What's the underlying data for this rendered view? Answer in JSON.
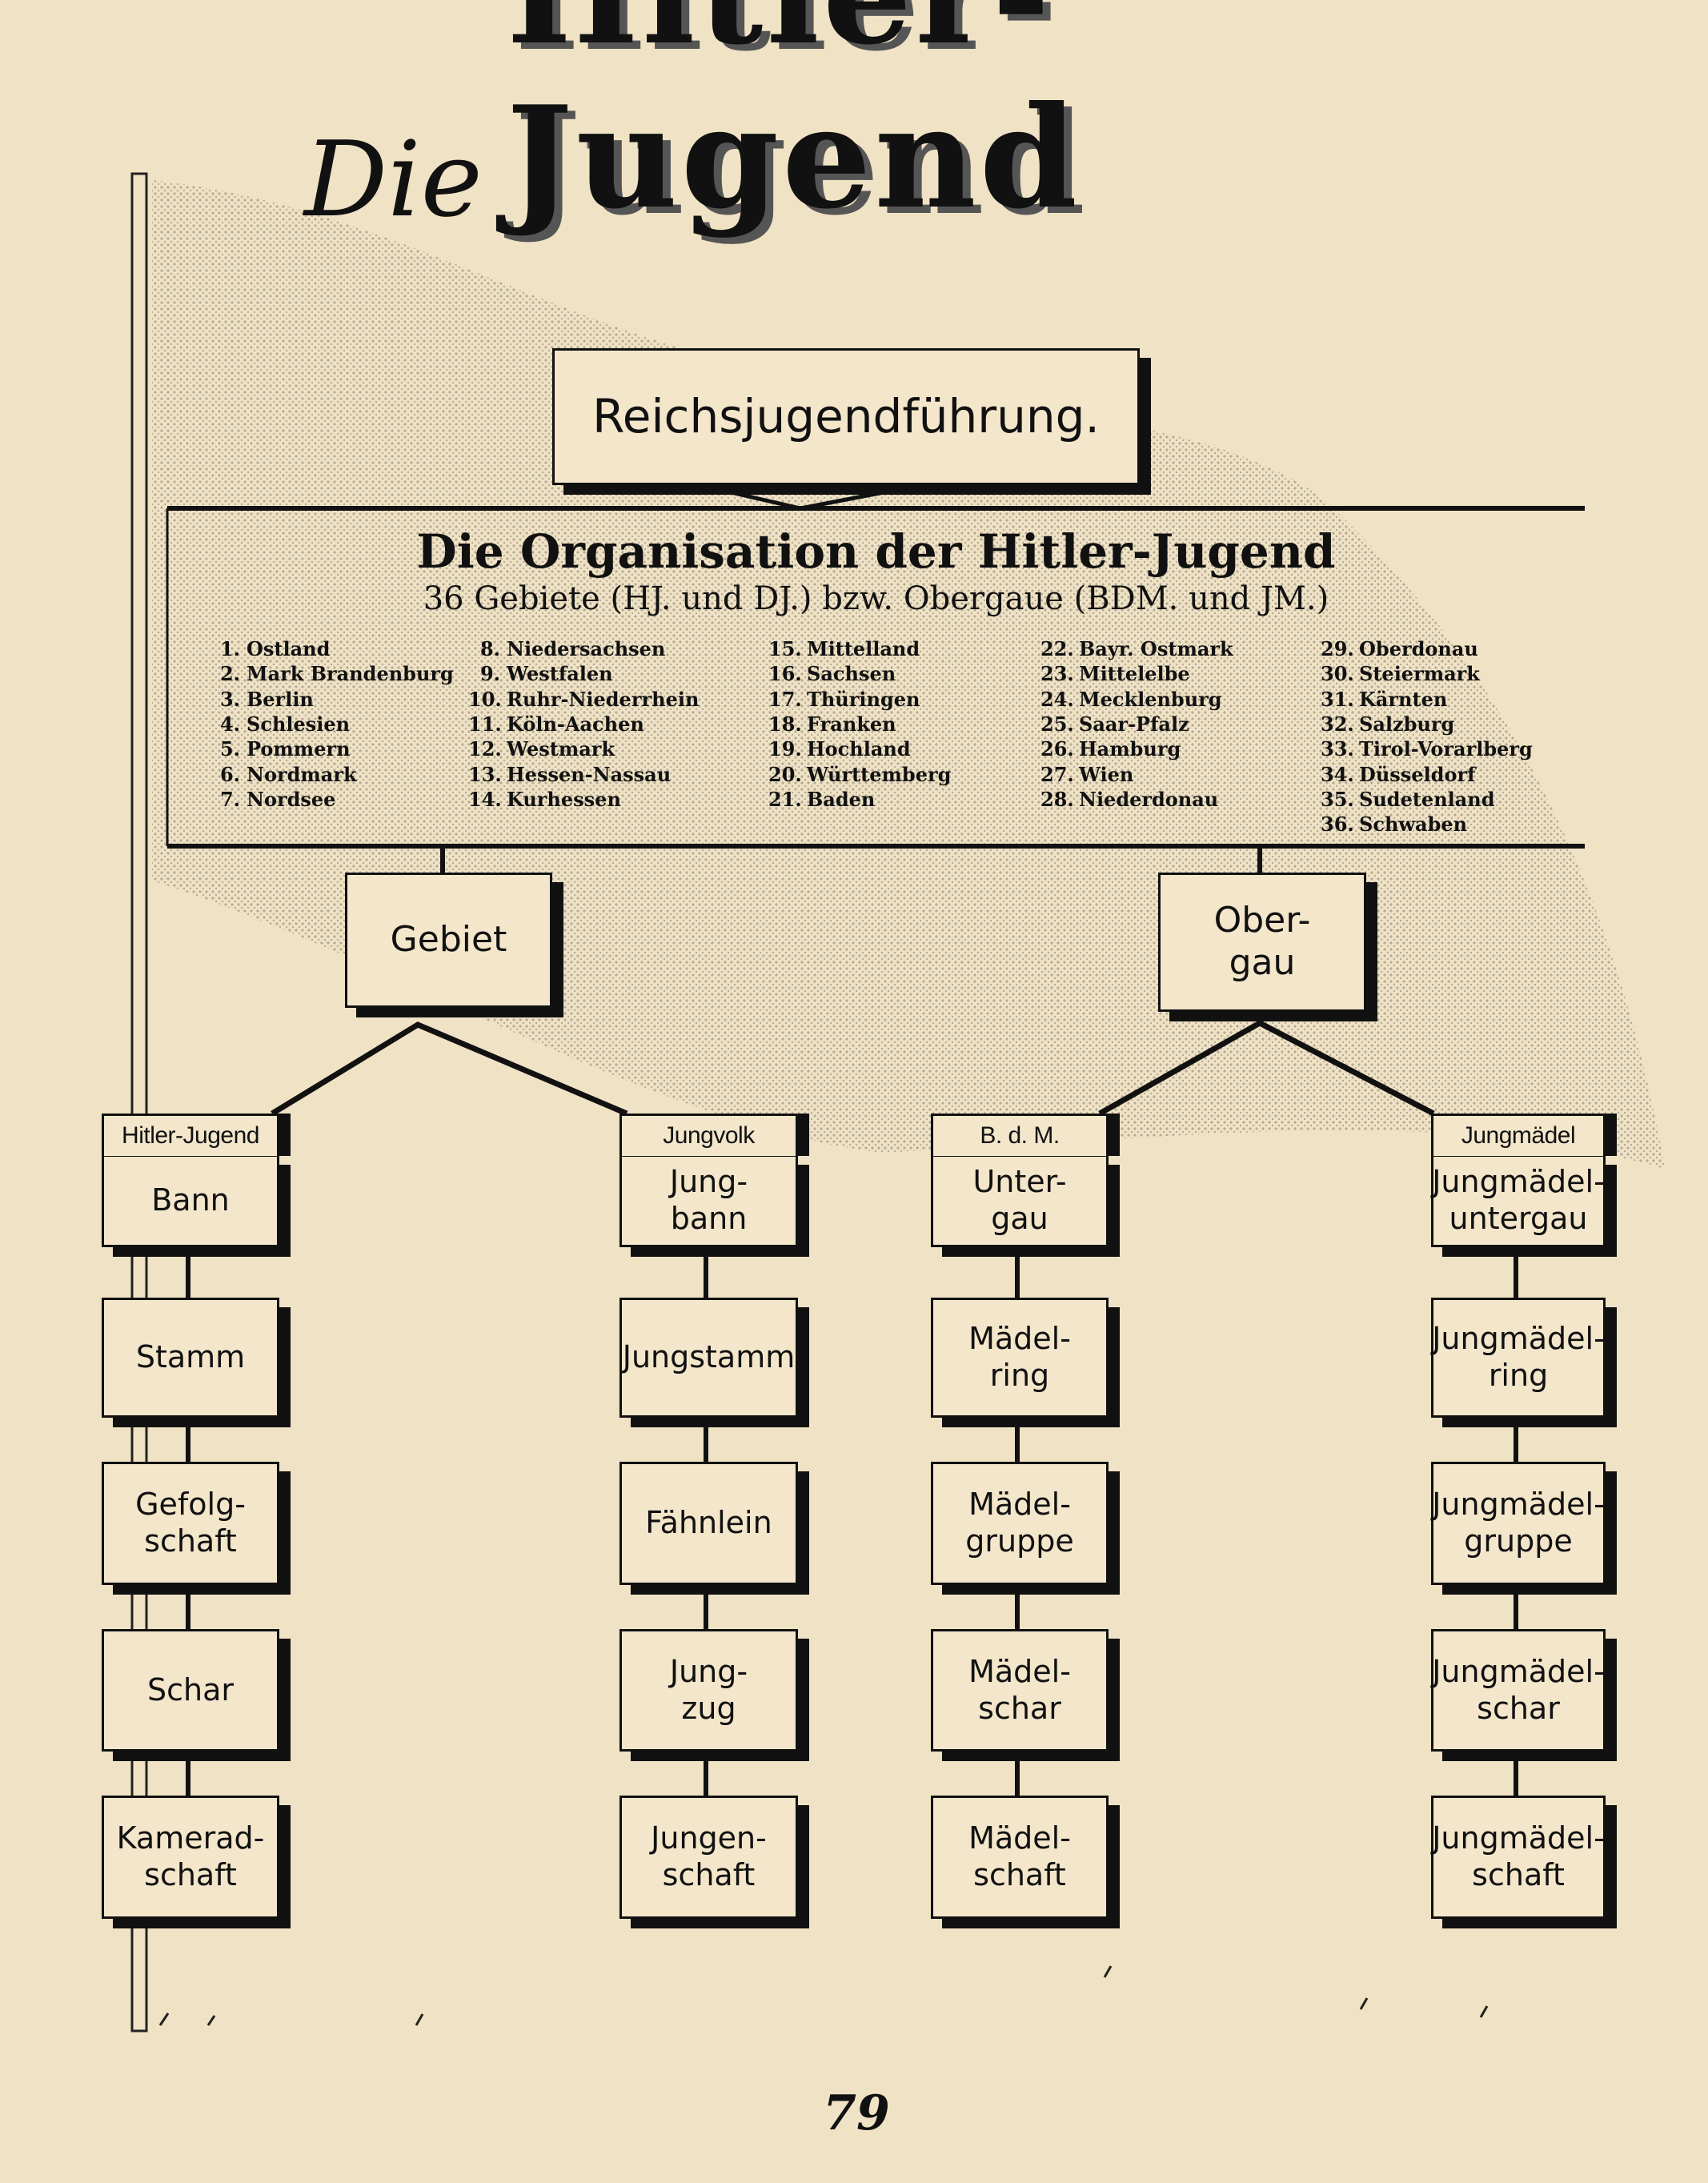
{
  "title": {
    "prefix": "Die",
    "main": "Hitler-Jugend"
  },
  "top_box": "Reichsjugendführung.",
  "organization": {
    "heading": "Die Organisation der Hitler-Jugend",
    "subheading": "36 Gebiete (HJ. und DJ.) bzw. Obergaue (BDM. und JM.)",
    "regions": [
      [
        "1.",
        "Ostland"
      ],
      [
        "2.",
        "Mark Brandenburg"
      ],
      [
        "3.",
        "Berlin"
      ],
      [
        "4.",
        "Schlesien"
      ],
      [
        "5.",
        "Pommern"
      ],
      [
        "6.",
        "Nordmark"
      ],
      [
        "7.",
        "Nordsee"
      ],
      [
        "8.",
        "Niedersachsen"
      ],
      [
        "9.",
        "Westfalen"
      ],
      [
        "10.",
        "Ruhr-Niederrhein"
      ],
      [
        "11.",
        "Köln-Aachen"
      ],
      [
        "12.",
        "Westmark"
      ],
      [
        "13.",
        "Hessen-Nassau"
      ],
      [
        "14.",
        "Kurhessen"
      ],
      [
        "15.",
        "Mittelland"
      ],
      [
        "16.",
        "Sachsen"
      ],
      [
        "17.",
        "Thüringen"
      ],
      [
        "18.",
        "Franken"
      ],
      [
        "19.",
        "Hochland"
      ],
      [
        "20.",
        "Württemberg"
      ],
      [
        "21.",
        "Baden"
      ],
      [
        "22.",
        "Bayr. Ostmark"
      ],
      [
        "23.",
        "Mittelelbe"
      ],
      [
        "24.",
        "Mecklenburg"
      ],
      [
        "25.",
        "Saar-Pfalz"
      ],
      [
        "26.",
        "Hamburg"
      ],
      [
        "27.",
        "Wien"
      ],
      [
        "28.",
        "Niederdonau"
      ],
      [
        "29.",
        "Oberdonau"
      ],
      [
        "30.",
        "Steiermark"
      ],
      [
        "31.",
        "Kärnten"
      ],
      [
        "32.",
        "Salzburg"
      ],
      [
        "33.",
        "Tirol-Vorarlberg"
      ],
      [
        "34.",
        "Düsseldorf"
      ],
      [
        "35.",
        "Sudetenland"
      ],
      [
        "36.",
        "Schwaben"
      ]
    ]
  },
  "branches": {
    "left": "Gebiet",
    "right": "Ober-\ngau"
  },
  "columns": [
    {
      "header": "Hitler-Jugend",
      "levels": [
        "Bann",
        "Stamm",
        "Gefolg-\nschaft",
        "Schar",
        "Kamerad-\nschaft"
      ]
    },
    {
      "header": "Jungvolk",
      "levels": [
        "Jung-\nbann",
        "Jungstamm",
        "Fähnlein",
        "Jung-\nzug",
        "Jungen-\nschaft"
      ]
    },
    {
      "header": "B. d. M.",
      "levels": [
        "Unter-\ngau",
        "Mädel-\nring",
        "Mädel-\ngruppe",
        "Mädel-\nschar",
        "Mädel-\nschaft"
      ]
    },
    {
      "header": "Jungmädel",
      "levels": [
        "Jungmädel-\nuntergau",
        "Jungmädel-\nring",
        "Jungmädel-\ngruppe",
        "Jungmädel-\nschar",
        "Jungmädel-\nschaft"
      ]
    }
  ],
  "page_number": "79",
  "colors": {
    "paper": "#f0e2c4",
    "ink": "#111111",
    "flag": "#777777"
  }
}
